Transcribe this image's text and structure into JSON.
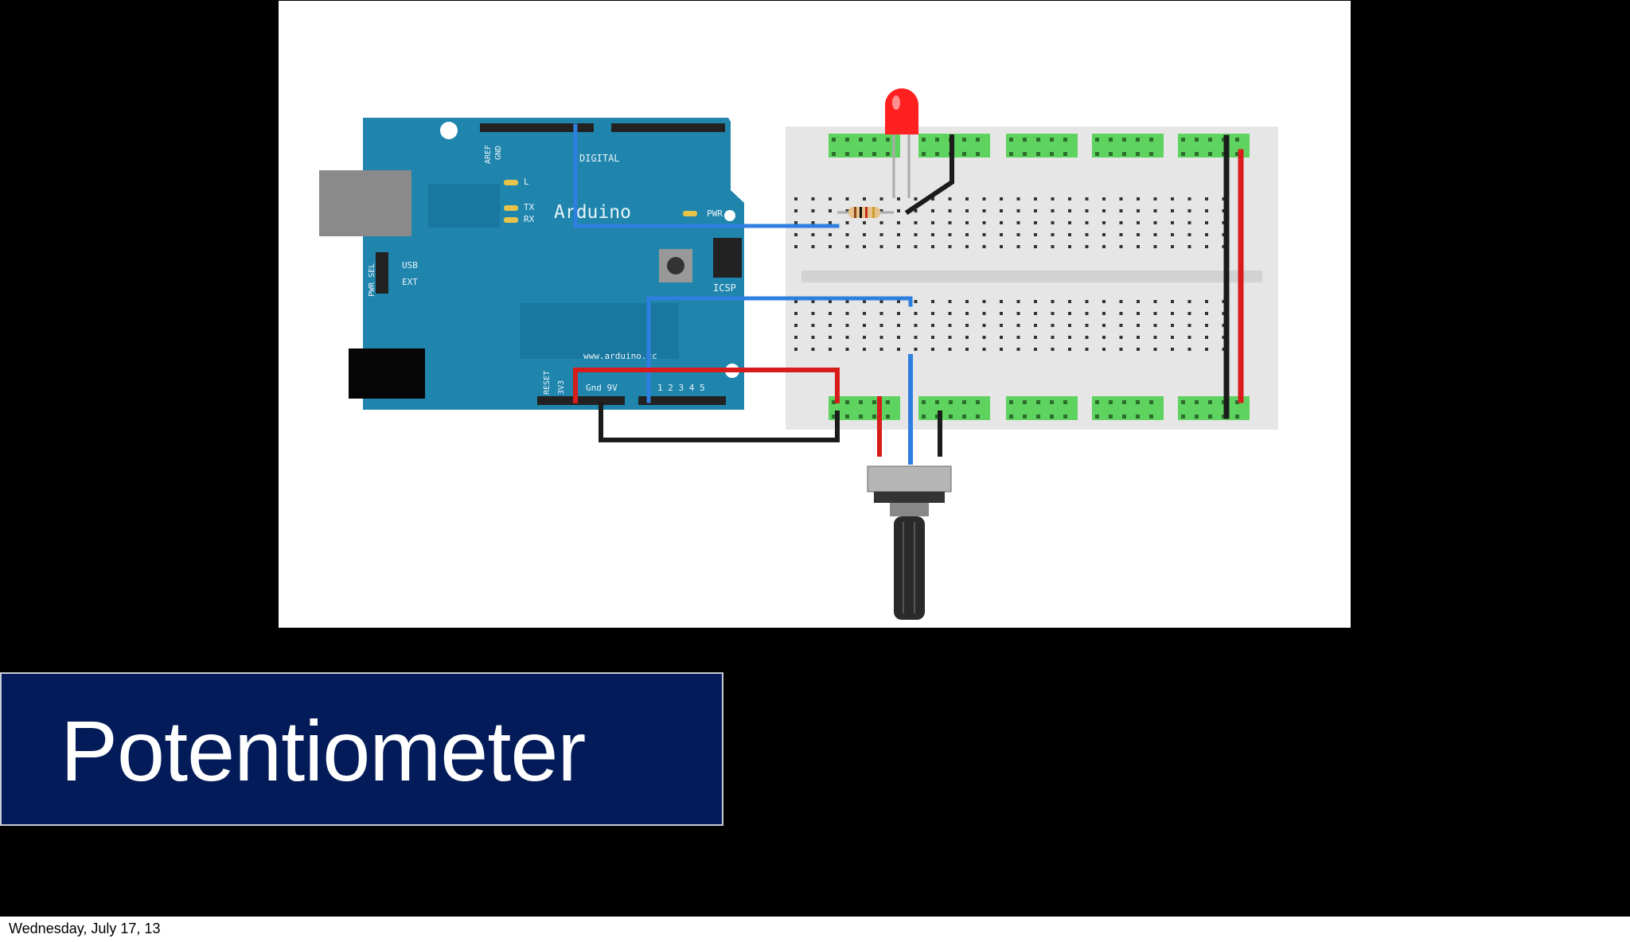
{
  "slide": {
    "title": "Potentiometer",
    "footer_date": "Wednesday, July 17, 13"
  },
  "board": {
    "brand": "Arduino",
    "url": "www.arduino.cc",
    "digital_label": "DIGITAL",
    "icsp_label": "ICSP",
    "pwr_label": "PWR",
    "usb_label": "USB",
    "ext_label": "EXT",
    "pwr_sel_label": "PWR SEL",
    "reset_label": "RESET",
    "v33_label": "3V3",
    "power_label": "Gnd 9V",
    "analog_numbers": "1 2 3 4 5",
    "aref_label": "AREF",
    "gnd_label": "GND",
    "led_l_label": "L",
    "tx_label": "TX",
    "rx_label": "RX"
  },
  "colors": {
    "board": "#1f85ad",
    "title_bg": "#031b58",
    "wire_blue": "#2f7fe0",
    "wire_red": "#d81b1b",
    "wire_black": "#1b1b1b",
    "led": "#ff2020",
    "breadboard": "#e6e6e6",
    "hole_highlight": "#5fd35f"
  }
}
